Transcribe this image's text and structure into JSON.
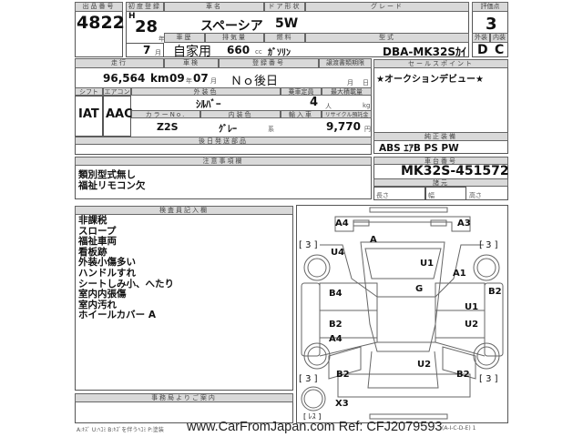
{
  "header": {
    "lot_label": "出品番号",
    "lot": "4822",
    "first_reg_label": "初度登録",
    "era": "H",
    "year": "28",
    "year_unit": "年",
    "month": "7",
    "month_unit": "月",
    "name_label": "車名",
    "name": "スペーシア",
    "door_label": "ドア形状",
    "door": "5W",
    "grade_label": "グレード",
    "grade": "",
    "score_label": "評価点",
    "score": "3",
    "history_label": "車歴",
    "history": "自家用",
    "cc_label": "排気量",
    "cc": "660",
    "cc_unit": "cc",
    "fuel_label": "燃料",
    "fuel": "ｶﾞｿﾘﾝ",
    "model_label": "型式",
    "model": "DBA-MK32Sｶｲ",
    "ext_label": "外装",
    "ext": "D",
    "int_label": "内装",
    "int": "C"
  },
  "row2": {
    "mileage_label": "走行",
    "mileage": "96,564",
    "mileage_unit": "km",
    "inspection_label": "車検",
    "insp_year": "09",
    "insp_year_unit": "年",
    "insp_month": "07",
    "insp_month_unit": "月",
    "reg_label": "登録番号",
    "reg": "Ｎｏ後日",
    "transfer_label": "譲渡書類期限",
    "transfer_month": "月",
    "transfer_day": "日"
  },
  "row3": {
    "shift_label": "シフト",
    "shift": "IAT",
    "ac_label": "エアコン",
    "ac": "AAC",
    "color_label": "外装色",
    "color": "ｼﾙﾊﾞｰ",
    "capacity_label": "乗車定員",
    "capacity": "4",
    "capacity_unit": "人",
    "load_label": "最大積載量",
    "load_unit": "kg",
    "colorno_label": "カラーNo.",
    "colorno": "Z2S",
    "interior_label": "内装色",
    "interior": "ｸﾞﾚｰ",
    "interior_unit": "系",
    "import_label": "輸入車",
    "recycle_label": "リサイクル預託金",
    "recycle": "9,770",
    "recycle_unit": "円"
  },
  "later_parts_label": "後日発送部品",
  "notes": {
    "label": "注意事項欄",
    "lines": [
      "類別型式無し",
      "福祉リモコン欠"
    ]
  },
  "sales": {
    "label": "セールスポイント",
    "text": "★オークションデビュー★"
  },
  "equipment": {
    "label": "純正装備",
    "text": "ABS ｴｱB PS PW"
  },
  "chassis": {
    "label": "車台番号",
    "value": "MK32S-451572",
    "spec_label": "諸元",
    "length": "長さ",
    "width": "幅",
    "height": "高さ"
  },
  "inspector": {
    "label": "検査員記入欄",
    "lines": [
      "非課税",
      "スロープ",
      "福祉車両",
      "看板跡",
      "外装小傷多い",
      "ハンドルすれ",
      "シートしみ小、へたり",
      "室内内張傷",
      "室内汚れ",
      "ホイールカバー A"
    ]
  },
  "office_label": "事務局よりご案内",
  "diagram": {
    "marks": [
      "A4",
      "A3",
      "A",
      "[ 3 ]",
      "[ 3 ]",
      "U4",
      "U1",
      "A1",
      "G",
      "B4",
      "B2",
      "U1",
      "B2",
      "U2",
      "A4",
      "U2",
      "B2",
      "B2",
      "[ 3 ]",
      "[ 3 ]",
      "X3",
      "[ ﾚｽ ]"
    ]
  },
  "footer": {
    "legend": "A:ｷｽﾞ U:ﾍｺﾐ B:ｷｽﾞを伴うﾍｺﾐ P:塗装",
    "legend_end": "(A-I-C-D-E) 1",
    "watermark": "www.CarFromJapan.com Ref: CFJ2079593"
  }
}
